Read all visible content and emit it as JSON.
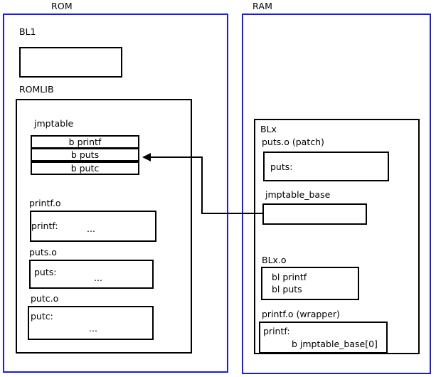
{
  "diagram": {
    "title": "ROM / RAM jump table patching diagram",
    "accent_color": "#1a1af0",
    "line_color": "#000000"
  },
  "regions": [
    {
      "id": "rom",
      "label": "ROM"
    },
    {
      "id": "ram",
      "label": "RAM"
    }
  ],
  "rom": {
    "bl1": {
      "label": "BL1",
      "body": ""
    },
    "romlib": {
      "label": "ROMLIB",
      "jmptable": {
        "label": "jmptable",
        "entries": [
          {
            "text": "b printf"
          },
          {
            "text": "b puts"
          },
          {
            "text": "b putc"
          }
        ]
      },
      "objects": [
        {
          "label": "printf.o",
          "symbol": "printf:",
          "body": "..."
        },
        {
          "label": "puts.o",
          "symbol": "puts:",
          "body": "..."
        },
        {
          "label": "putc.o",
          "symbol": "putc:",
          "body": "..."
        }
      ]
    }
  },
  "ram": {
    "blx": {
      "label": "BLx",
      "patch": {
        "label": "puts.o (patch)",
        "symbol": "puts:"
      },
      "jmptable_base": {
        "label": "jmptable_base",
        "body": ""
      },
      "blx_o": {
        "label": "BLx.o",
        "line1": "bl printf",
        "line2": "bl puts"
      },
      "wrapper": {
        "label": "printf.o (wrapper)",
        "symbol": "printf:",
        "instruction": "b jmptable_base[0]"
      }
    }
  },
  "connector": {
    "name": "jmptable-base-to-puts-entry",
    "from": "jmptable_base",
    "to": "jmptable entry b puts",
    "arrow_icon": "arrow-left-icon"
  }
}
